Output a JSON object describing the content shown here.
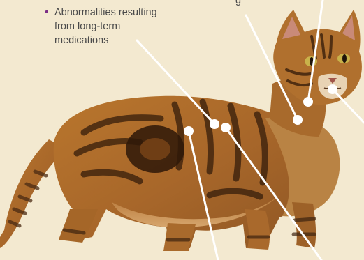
{
  "callout": {
    "bullet": "•",
    "text": "Abnormalities resulting\nfrom long-term\nmedications"
  },
  "fragment_text": "g",
  "colors": {
    "background": "#f3e9d0",
    "bullet": "#7b2e86",
    "leader_line": "#ffffff",
    "text": "#4a4a4a"
  },
  "illustration": "tabby-cat"
}
